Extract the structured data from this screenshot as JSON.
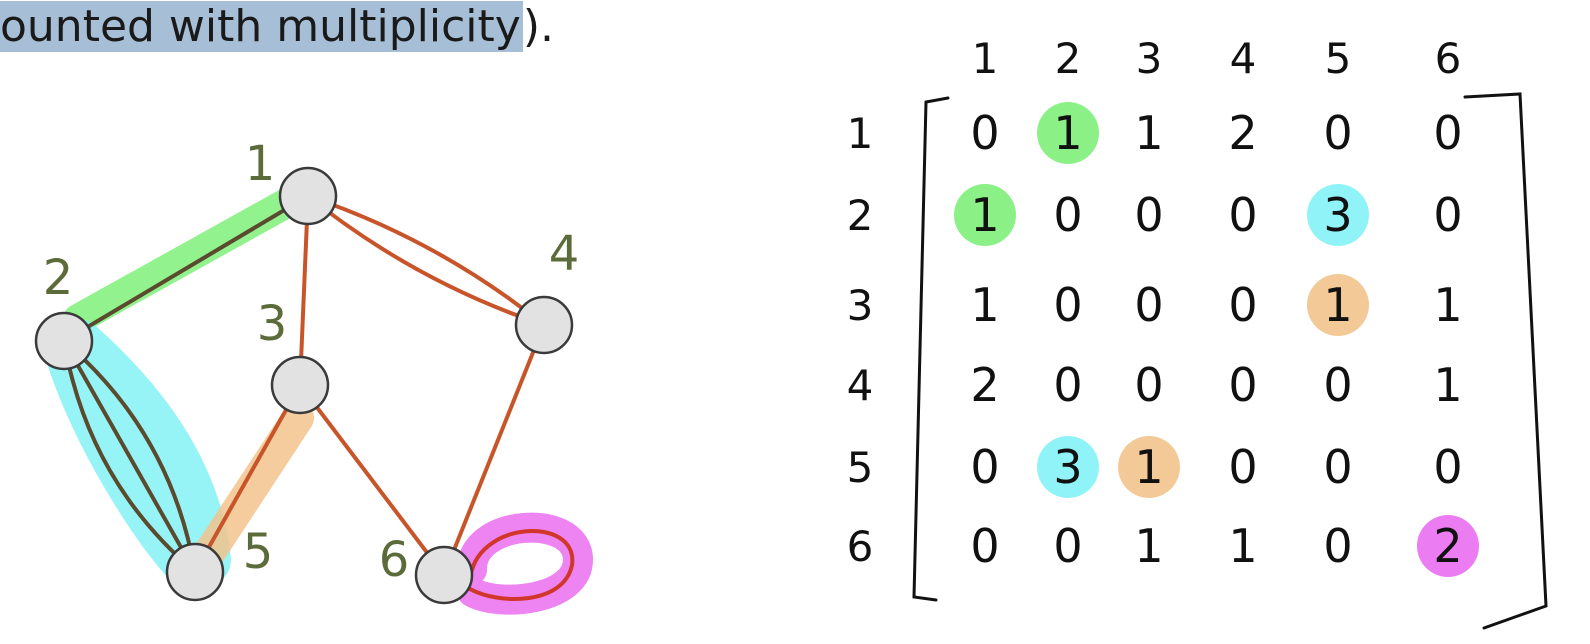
{
  "caption": {
    "highlighted": "ounted with multiplicity",
    "trailing": ")."
  },
  "graph": {
    "nodes": [
      {
        "id": 1,
        "label": "1"
      },
      {
        "id": 2,
        "label": "2"
      },
      {
        "id": 3,
        "label": "3"
      },
      {
        "id": 4,
        "label": "4"
      },
      {
        "id": 5,
        "label": "5"
      },
      {
        "id": 6,
        "label": "6"
      }
    ],
    "edges": [
      {
        "from": 1,
        "to": 2,
        "count": 1,
        "highlight": "green"
      },
      {
        "from": 1,
        "to": 3,
        "count": 1,
        "highlight": null
      },
      {
        "from": 1,
        "to": 4,
        "count": 2,
        "highlight": null
      },
      {
        "from": 2,
        "to": 5,
        "count": 3,
        "highlight": "cyan"
      },
      {
        "from": 3,
        "to": 5,
        "count": 1,
        "highlight": "orange"
      },
      {
        "from": 3,
        "to": 6,
        "count": 1,
        "highlight": null
      },
      {
        "from": 4,
        "to": 6,
        "count": 1,
        "highlight": null
      },
      {
        "from": 6,
        "to": 6,
        "count": 1,
        "loop": true,
        "highlight": "magenta"
      }
    ]
  },
  "matrix": {
    "col_labels": [
      "1",
      "2",
      "3",
      "4",
      "5",
      "6"
    ],
    "row_labels": [
      "1",
      "2",
      "3",
      "4",
      "5",
      "6"
    ],
    "rows": [
      [
        "0",
        "1",
        "1",
        "2",
        "0",
        "0"
      ],
      [
        "1",
        "0",
        "0",
        "0",
        "3",
        "0"
      ],
      [
        "1",
        "0",
        "0",
        "0",
        "1",
        "1"
      ],
      [
        "2",
        "0",
        "0",
        "0",
        "0",
        "1"
      ],
      [
        "0",
        "3",
        "1",
        "0",
        "0",
        "0"
      ],
      [
        "0",
        "0",
        "1",
        "1",
        "0",
        "2"
      ]
    ],
    "highlights": [
      {
        "row": 0,
        "col": 1,
        "color": "green"
      },
      {
        "row": 1,
        "col": 0,
        "color": "green"
      },
      {
        "row": 1,
        "col": 4,
        "color": "cyan"
      },
      {
        "row": 4,
        "col": 1,
        "color": "cyan"
      },
      {
        "row": 2,
        "col": 4,
        "color": "orange"
      },
      {
        "row": 4,
        "col": 2,
        "color": "orange"
      },
      {
        "row": 5,
        "col": 5,
        "color": "magenta"
      }
    ]
  },
  "colors": {
    "green": "#7ef07a",
    "cyan": "#84f2f6",
    "orange": "#f2c38c",
    "magenta": "#ea6ef0",
    "edge": "#c8552a",
    "edge_dark": "#5a4a2e",
    "node_fill": "#e2e2e2",
    "node_stroke": "#3a3a3a",
    "node_label": "#5b6b3a",
    "ink": "#111111",
    "caption_highlight": "#a7bfd6"
  }
}
